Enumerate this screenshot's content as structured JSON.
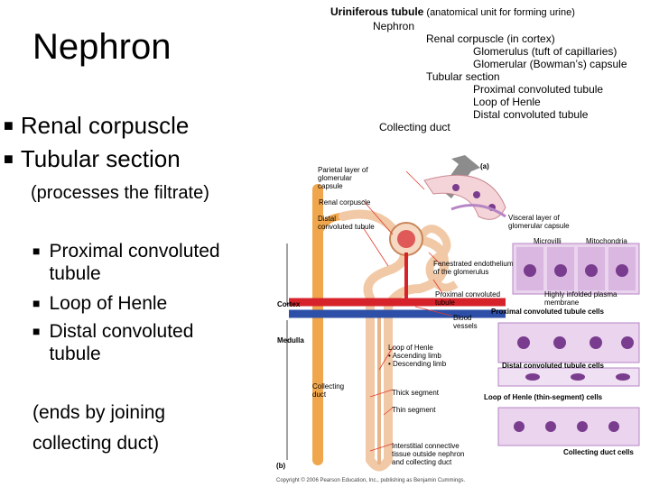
{
  "slide": {
    "title": "Nephron",
    "bullets": [
      "Renal corpuscle",
      "Tubular section"
    ],
    "processes_note": "(processes the filtrate)",
    "sub_bullets": [
      "Proximal convoluted tubule",
      "Loop of Henle",
      "Distal convoluted tubule"
    ],
    "ends_note_line1": "(ends by joining",
    "ends_note_line2": "collecting duct)"
  },
  "outline": {
    "title_bold": "Uriniferous tubule",
    "title_rest": " (anatomical unit for forming urine)",
    "items": [
      "Nephron",
      "Renal corpuscle (in cortex)",
      "Glomerulus (tuft of capillaries)",
      "Glomerular (Bowman’s) capsule",
      "Tubular section",
      "Proximal convoluted tubule",
      "Loop of Henle",
      "Distal convoluted tubule",
      "Collecting duct"
    ]
  },
  "figure": {
    "label_a": "(a)",
    "label_b": "(b)",
    "labels": {
      "parietal": [
        "Parietal layer of",
        "glomerular",
        "capsule"
      ],
      "renal_corpuscle": "Renal corpuscle",
      "distal": [
        "Distal",
        "convoluted tubule"
      ],
      "cortex": "Cortex",
      "medulla": "Medulla",
      "collecting": [
        "Collecting",
        "duct"
      ],
      "visceral": [
        "Visceral layer of",
        "glomerular capsule"
      ],
      "microvilli": "Microvilli",
      "mitochondria": "Mitochondria",
      "fenestrated": [
        "Fenestrated endothelium",
        "of the glomerulus"
      ],
      "proximal": [
        "Proximal convoluted",
        "tubule"
      ],
      "infolded": [
        "Highly infolded plasma",
        "membrane"
      ],
      "blood": [
        "Blood",
        "vessels"
      ],
      "loop": [
        "Loop of Henle",
        "• Ascending limb",
        "• Descending limb"
      ],
      "thick": "Thick segment",
      "thin": "Thin segment",
      "interstitial": [
        "Interstitial connective",
        "tissue outside nephron",
        "and collecting duct"
      ],
      "pct_cells": "Proximal convoluted tubule cells",
      "dct_cells": "Distal convoluted tubule cells",
      "loh_cells": "Loop of Henle (thin-segment) cells",
      "cd_cells": "Collecting duct cells"
    },
    "copyright": "Copyright © 2006 Pearson Education, Inc., publishing as Benjamin Cummings."
  },
  "colors": {
    "tubule": "#f1c9a6",
    "tubule_edge": "#c9865a",
    "duct": "#f0a64c",
    "artery": "#d6222b",
    "vein": "#2e4fa8",
    "cell": "#b585c4",
    "nucleus": "#7a3c8e",
    "arrow": "#8c8c8c",
    "callout": "#e23c2c"
  }
}
